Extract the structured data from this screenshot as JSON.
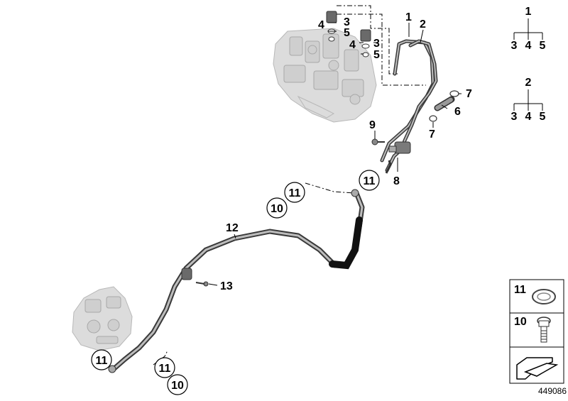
{
  "diagram": {
    "callouts": {
      "c1": "1",
      "c2": "2",
      "c3a": "3",
      "c3b": "3",
      "c4a": "4",
      "c4b": "4",
      "c5a": "5",
      "c5b": "5",
      "c6": "6",
      "c7a": "7",
      "c7b": "7",
      "c8": "8",
      "c9": "9",
      "c10a": "10",
      "c10b": "10",
      "c11a": "11",
      "c11b": "11",
      "c11c": "11",
      "c11d": "11",
      "c12": "12",
      "c13": "13"
    },
    "legend_trees": [
      {
        "top": "1",
        "children": [
          "3",
          "4",
          "5"
        ]
      },
      {
        "top": "2",
        "children": [
          "3",
          "4",
          "5"
        ]
      }
    ],
    "parts_box": {
      "item_a": "11",
      "item_b": "10"
    },
    "figure_id": "449086"
  }
}
